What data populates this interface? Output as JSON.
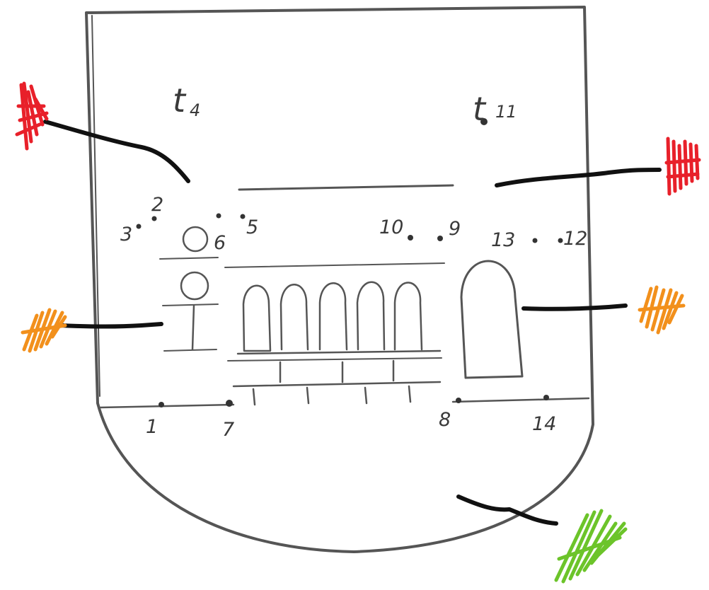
{
  "title": "",
  "labels": {
    "t4_base": "t",
    "t4_sub": "4",
    "t11_base": "t",
    "t11_sub": "11",
    "points": {
      "p1": "1",
      "p2": "2",
      "p3": "3",
      "p5": "5",
      "p6": "6",
      "p7": "7",
      "p8": "8",
      "p9": "9",
      "p10": "10",
      "p12": "12",
      "p13": "13",
      "p14": "14"
    }
  },
  "colors": {
    "red": "#e8202a",
    "orange": "#f2901c",
    "green": "#6cc42a",
    "ink": "#111111",
    "pencil": "#555555"
  }
}
